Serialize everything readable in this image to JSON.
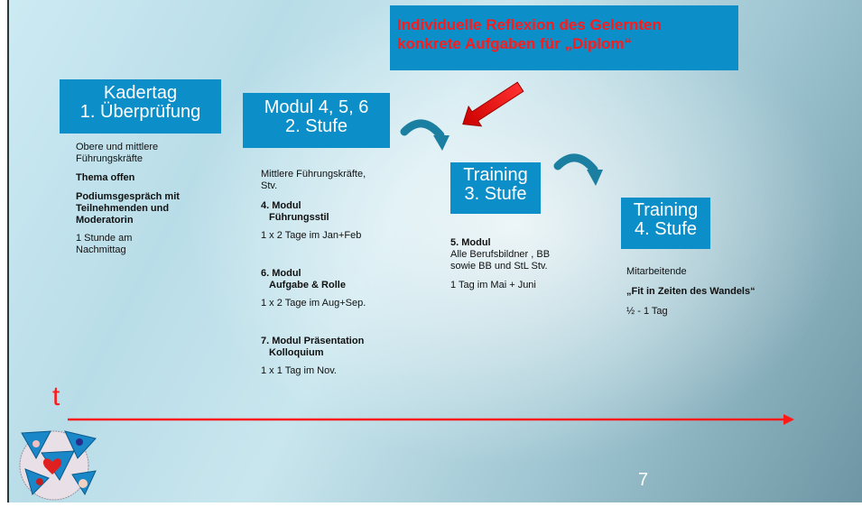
{
  "header": {
    "line1": "Individuelle Reflexion des Gelernten",
    "line2": "konkrete Aufgaben für „Diplom“"
  },
  "stages": [
    {
      "title_line1": "Kadertag",
      "title_line2": "1. Überprüfung",
      "details": [
        "Obere und mittlere",
        "Führungskräfte",
        "Thema offen",
        "Podiumsgespräch mit",
        "Teilnehmenden und",
        "Moderatorin",
        "1 Stunde  am",
        "Nachmittag"
      ]
    },
    {
      "title_line1": "Modul 4, 5, 6",
      "title_line2": "2. Stufe",
      "details": [
        "Mittlere Führungskräfte,",
        "Stv.",
        "4. Modul",
        "Führungsstil",
        "1 x 2 Tage im Jan+Feb",
        "6. Modul",
        "Aufgabe & Rolle",
        "1 x 2 Tage im Aug+Sep.",
        "7. Modul Präsentation",
        "Kolloquium",
        "1 x 1 Tag im Nov."
      ]
    },
    {
      "title_line1": "Training",
      "title_line2": "3. Stufe",
      "details": [
        "5. Modul",
        "Alle Berufsbildner , BB",
        "sowie BB und StL Stv.",
        "1 Tag im Mai + Juni"
      ]
    },
    {
      "title_line1": "Training",
      "title_line2": "4. Stufe",
      "details": [
        "Mitarbeitende",
        "„Fit in Zeiten des Wandels“",
        "½ - 1 Tag"
      ]
    }
  ],
  "timeline_label": "t",
  "page_number": "7",
  "colors": {
    "box_blue": "#0c8ec8",
    "accent_red": "#ff1a1a",
    "arrow_teal": "#1a7fa0"
  },
  "icons": [
    "red-arrow-icon",
    "curved-arrow-icon",
    "timeline-arrow-icon",
    "logo-icon"
  ]
}
